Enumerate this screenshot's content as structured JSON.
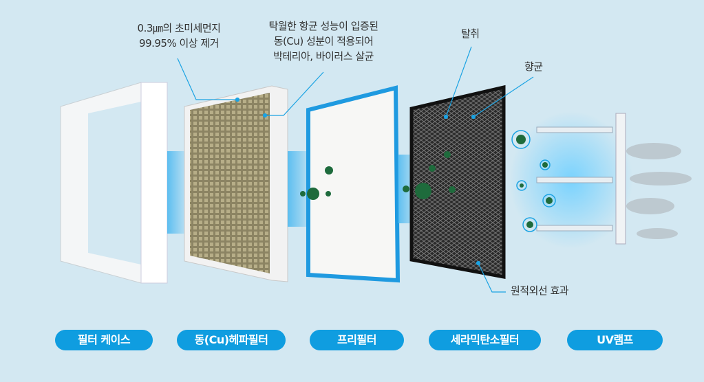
{
  "callouts": {
    "hepa_dust": [
      "0.3㎛의 초미세먼지",
      "99.95% 이상 제거"
    ],
    "copper": [
      "탁월한 항균 성능이 입증된",
      "동(Cu) 성분이 적용되어",
      "박테리아, 바이러스 살균"
    ],
    "deodorize": "탈취",
    "antibacterial": "향균",
    "far_infrared": "원적외선 효과"
  },
  "stages": [
    {
      "label": "필터 케이스"
    },
    {
      "label": "동(Cu)헤파필터"
    },
    {
      "label": "프리필터"
    },
    {
      "label": "세라믹탄소필터"
    },
    {
      "label": "UV램프"
    }
  ],
  "colors": {
    "background": "#d3e8f2",
    "pill": "#0f9de0",
    "leader": "#1ba3e3",
    "prefilter_border": "#1f9ae0",
    "carbon": "#1a1a1a"
  }
}
